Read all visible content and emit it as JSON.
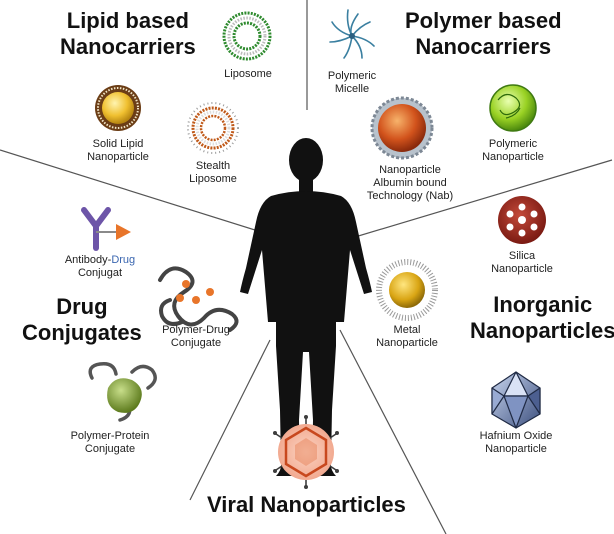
{
  "sections": {
    "lipid": "Lipid based\nNanocarriers",
    "polymer": "Polymer based\nNanocarriers",
    "drug": "Drug\nConjugates",
    "inorganic": "Inorganic\nNanoparticles",
    "viral": "Viral Nanoparticles"
  },
  "items": {
    "liposome": "Liposome",
    "solid_lipid": "Solid Lipid\nNanoparticle",
    "stealth": "Stealth\nLiposome",
    "polymeric_micelle": "Polymeric\nMicelle",
    "nab": "Nanoparticle\nAlbumin bound\nTechnology (Nab)",
    "polymeric_np": "Polymeric\nNanoparticle",
    "antibody_drug_a": "Antibody-",
    "antibody_drug_b": "Drug",
    "antibody_drug_c": "Conjugat",
    "polymer_drug": "Polymer-Drug\nConjugate",
    "polymer_protein": "Polymer-Protein\nConjugate",
    "silica": "Silica\nNanoparticle",
    "metal": "Metal\nNanoparticle",
    "hafnium": "Hafnium Oxide\nNanoparticle"
  },
  "colors": {
    "divider": "#555555",
    "figure": "#111111",
    "accent": "#3a66b0"
  }
}
